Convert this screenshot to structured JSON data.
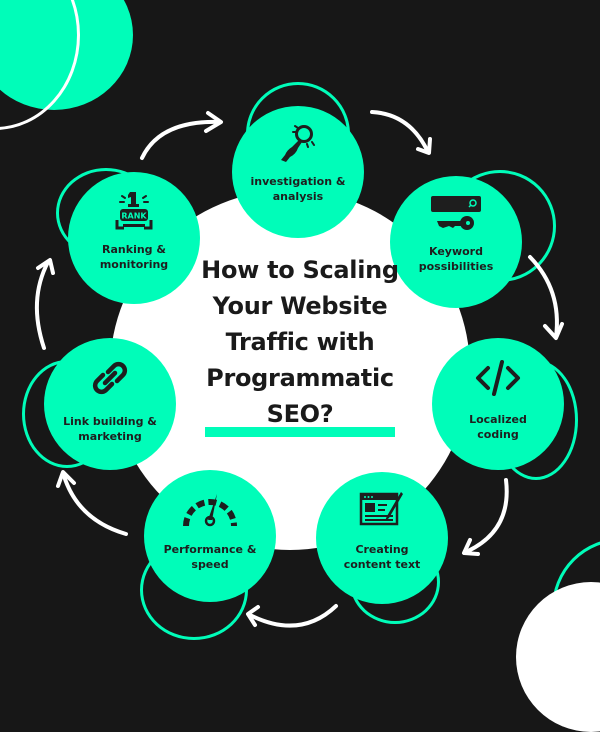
{
  "title": {
    "lines": [
      "How to Scaling",
      "Your Website",
      "Traffic with",
      "Programmatic",
      "SEO?"
    ]
  },
  "colors": {
    "background": "#171717",
    "accent": "#00fdb9",
    "center": "#ffffff",
    "text": "#1e1e1e",
    "arrow": "#ffffff"
  },
  "steps": [
    {
      "id": "investigation",
      "icon": "magnifier-hand-icon",
      "line1": "investigation &",
      "line2": "analysis"
    },
    {
      "id": "keyword",
      "icon": "search-key-icon",
      "line1": "Keyword",
      "line2": "possibilities"
    },
    {
      "id": "coding",
      "icon": "code-icon",
      "line1": "Localized",
      "line2": "coding"
    },
    {
      "id": "content",
      "icon": "content-edit-icon",
      "line1": "Creating",
      "line2": "content text"
    },
    {
      "id": "performance",
      "icon": "speedometer-icon",
      "line1": "Performance &",
      "line2": "speed"
    },
    {
      "id": "link",
      "icon": "chain-link-icon",
      "line1": "Link building &",
      "line2": "marketing"
    },
    {
      "id": "ranking",
      "icon": "rank-trophy-icon",
      "line1": "Ranking &",
      "line2": "monitoring"
    }
  ],
  "rank_badge": {
    "number": "1",
    "text": "RANK"
  }
}
